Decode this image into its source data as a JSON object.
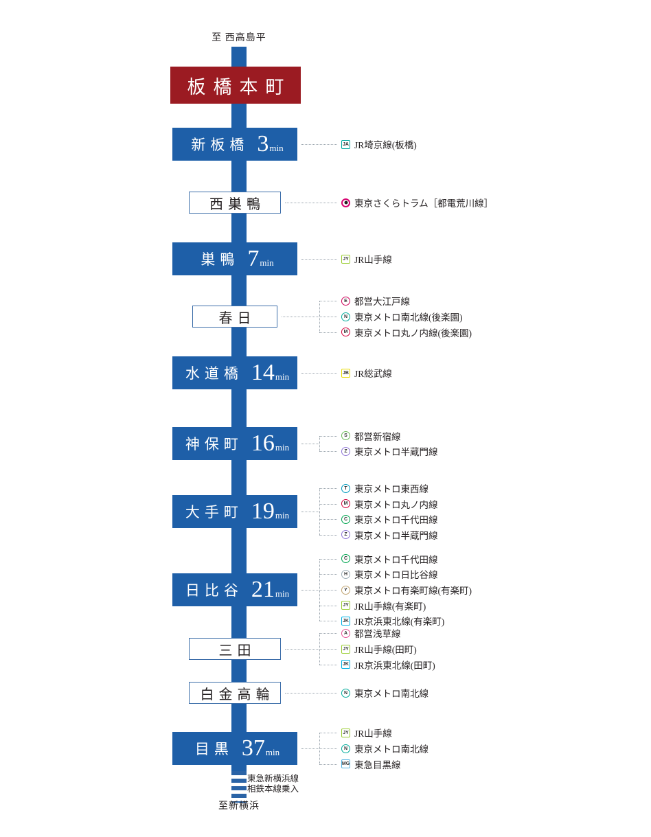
{
  "meta": {
    "origin_color": "#9b1b22",
    "line_color": "#1e5fa8",
    "outline_border_color": "#3a6ca8",
    "leader_color": "#9aa4ad"
  },
  "terminus": {
    "top": "至 西高島平",
    "bottom": "至新横浜"
  },
  "branch": {
    "line1": "東急新横浜線",
    "line2": "相鉄本線乗入"
  },
  "unit": "min",
  "stations": [
    {
      "name": "板橋本町",
      "time": "",
      "style": "origin",
      "lines": []
    },
    {
      "name": "新板橋",
      "time": "3",
      "style": "filled",
      "lines": [
        {
          "label": "JR埼京線(板橋)",
          "icon": "jr-saikyo-icon",
          "shape": "sq",
          "glyph": "JA",
          "color": "#00a7a0"
        }
      ]
    },
    {
      "name": "西巣鴨",
      "time": "",
      "style": "outline",
      "lines": [
        {
          "label": "東京さくらトラム［都電荒川線］",
          "icon": "toden-arakawa-icon",
          "shape": "dot",
          "glyph": "",
          "color": "#d6006f"
        }
      ]
    },
    {
      "name": "巣鴨",
      "time": "7",
      "style": "filled",
      "lines": [
        {
          "label": "JR山手線",
          "icon": "jr-yamanote-icon",
          "shape": "sq",
          "glyph": "JY",
          "color": "#9acd32"
        }
      ]
    },
    {
      "name": "春日",
      "time": "",
      "style": "outline",
      "lines": [
        {
          "label": "都営大江戸線",
          "icon": "toei-oedo-icon",
          "shape": "ci",
          "glyph": "E",
          "color": "#ce045b"
        },
        {
          "label": "東京メトロ南北線(後楽園)",
          "icon": "metro-namboku-icon",
          "shape": "ci",
          "glyph": "N",
          "color": "#00ac9b"
        },
        {
          "label": "東京メトロ丸ノ内線(後楽園)",
          "icon": "metro-marunouchi-icon",
          "shape": "ci",
          "glyph": "M",
          "color": "#d5003c"
        }
      ]
    },
    {
      "name": "水道橋",
      "time": "14",
      "style": "filled",
      "lines": [
        {
          "label": "JR総武線",
          "icon": "jr-sobu-icon",
          "shape": "sq",
          "glyph": "JB",
          "color": "#e8dc00"
        }
      ]
    },
    {
      "name": "神保町",
      "time": "16",
      "style": "filled",
      "lines": [
        {
          "label": "都営新宿線",
          "icon": "toei-shinjuku-icon",
          "shape": "ci",
          "glyph": "S",
          "color": "#6cbb5a"
        },
        {
          "label": "東京メトロ半蔵門線",
          "icon": "metro-hanzomon-icon",
          "shape": "ci",
          "glyph": "Z",
          "color": "#8f76d6"
        }
      ]
    },
    {
      "name": "大手町",
      "time": "19",
      "style": "filled",
      "lines": [
        {
          "label": "東京メトロ東西線",
          "icon": "metro-tozai-icon",
          "shape": "ci",
          "glyph": "T",
          "color": "#009bbf"
        },
        {
          "label": "東京メトロ丸ノ内線",
          "icon": "metro-marunouchi-icon",
          "shape": "ci",
          "glyph": "M",
          "color": "#d5003c"
        },
        {
          "label": "東京メトロ千代田線",
          "icon": "metro-chiyoda-icon",
          "shape": "ci",
          "glyph": "C",
          "color": "#00a650"
        },
        {
          "label": "東京メトロ半蔵門線",
          "icon": "metro-hanzomon-icon",
          "shape": "ci",
          "glyph": "Z",
          "color": "#8f76d6"
        }
      ]
    },
    {
      "name": "日比谷",
      "time": "21",
      "style": "filled",
      "lines": [
        {
          "label": "東京メトロ千代田線",
          "icon": "metro-chiyoda-icon",
          "shape": "ci",
          "glyph": "C",
          "color": "#00a650"
        },
        {
          "label": "東京メトロ日比谷線",
          "icon": "metro-hibiya-icon",
          "shape": "ci",
          "glyph": "H",
          "color": "#9caeb7"
        },
        {
          "label": "東京メトロ有楽町線(有楽町)",
          "icon": "metro-yurakucho-icon",
          "shape": "ci",
          "glyph": "Y",
          "color": "#c1a470"
        },
        {
          "label": "JR山手線(有楽町)",
          "icon": "jr-yamanote-icon",
          "shape": "sq",
          "glyph": "JY",
          "color": "#9acd32"
        },
        {
          "label": "JR京浜東北線(有楽町)",
          "icon": "jr-keihin-tohoku-icon",
          "shape": "sq",
          "glyph": "JK",
          "color": "#00b2e5"
        }
      ]
    },
    {
      "name": "三田",
      "time": "",
      "style": "outline",
      "lines": [
        {
          "label": "都営浅草線",
          "icon": "toei-asakusa-icon",
          "shape": "ci",
          "glyph": "A",
          "color": "#e85298"
        },
        {
          "label": "JR山手線(田町)",
          "icon": "jr-yamanote-icon",
          "shape": "sq",
          "glyph": "JY",
          "color": "#9acd32"
        },
        {
          "label": "JR京浜東北線(田町)",
          "icon": "jr-keihin-tohoku-icon",
          "shape": "sq",
          "glyph": "JK",
          "color": "#00b2e5"
        }
      ]
    },
    {
      "name": "白金高輪",
      "time": "",
      "style": "outline",
      "lines": [
        {
          "label": "東京メトロ南北線",
          "icon": "metro-namboku-icon",
          "shape": "ci",
          "glyph": "N",
          "color": "#00ac9b"
        }
      ]
    },
    {
      "name": "目黒",
      "time": "37",
      "style": "filled",
      "lines": [
        {
          "label": "JR山手線",
          "icon": "jr-yamanote-icon",
          "shape": "sq",
          "glyph": "JY",
          "color": "#9acd32"
        },
        {
          "label": "東京メトロ南北線",
          "icon": "metro-namboku-icon",
          "shape": "ci",
          "glyph": "N",
          "color": "#00ac9b"
        },
        {
          "label": "東急目黒線",
          "icon": "tokyu-meguro-icon",
          "shape": "sq",
          "glyph": "MG",
          "color": "#53b3e3"
        }
      ]
    }
  ]
}
